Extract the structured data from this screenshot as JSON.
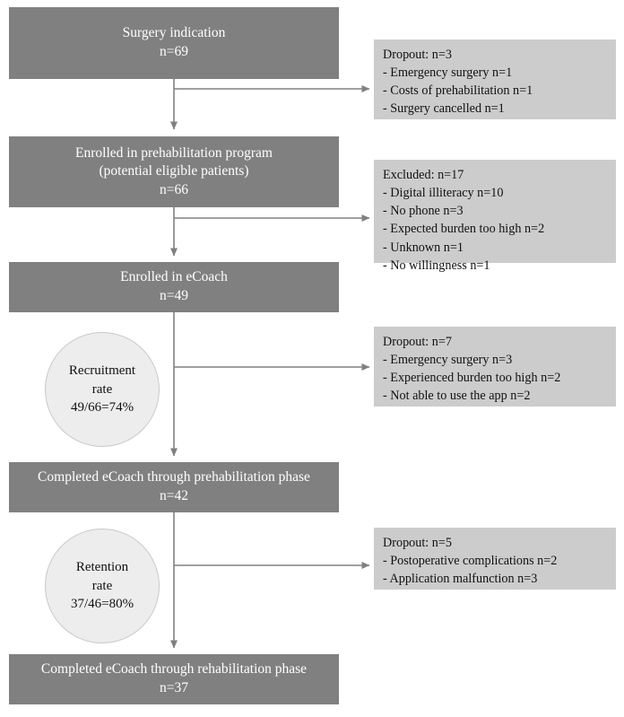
{
  "diagram": {
    "title": "eCoach prehabilitation study participant flow",
    "colors": {
      "node_fill": "#808080",
      "node_text": "#ffffff",
      "side_fill": "#cccccc",
      "side_text": "#111111",
      "circle_fill": "#ededed",
      "connector": "#808080",
      "background": "#ffffff"
    },
    "nodes": [
      {
        "id": "surgery-indication",
        "lines": [
          "Surgery indication",
          "n=69"
        ],
        "count": 69
      },
      {
        "id": "enrolled-prehabilitation",
        "lines": [
          "Enrolled in prehabilitation program",
          "(potential eligible patients)",
          "n=66"
        ],
        "count": 66
      },
      {
        "id": "enrolled-ecoach",
        "lines": [
          "Enrolled in eCoach",
          "n=49"
        ],
        "count": 49
      },
      {
        "id": "completed-prehabilitation",
        "lines": [
          "Completed eCoach through prehabilitation phase",
          "n=42"
        ],
        "count": 42
      },
      {
        "id": "completed-rehabilitation",
        "lines": [
          "Completed eCoach through rehabilitation phase",
          "n=37"
        ],
        "count": 37
      }
    ],
    "side_boxes": [
      {
        "id": "dropout-1",
        "header": "Dropout: n=3",
        "items": [
          "- Emergency surgery n=1",
          "- Costs of prehabilitation n=1",
          "- Surgery cancelled n=1"
        ]
      },
      {
        "id": "excluded-1",
        "header": "Excluded: n=17",
        "items": [
          "- Digital illiteracy n=10",
          "- No phone n=3",
          "- Expected burden too high n=2",
          "- Unknown n=1",
          "- No willingness n=1"
        ]
      },
      {
        "id": "dropout-2",
        "header": "Dropout: n=7",
        "items": [
          "- Emergency surgery n=3",
          "- Experienced burden too high n=2",
          "- Not able to use the app n=2"
        ]
      },
      {
        "id": "dropout-3",
        "header": "Dropout: n=5",
        "items": [
          "- Postoperative complications n=2",
          "- Application malfunction n=3"
        ]
      }
    ],
    "rate_circles": [
      {
        "id": "recruitment-rate",
        "lines": [
          "Recruitment",
          "rate",
          "49/66=74%"
        ],
        "label": "Recruitment rate",
        "value": "49/66=74%"
      },
      {
        "id": "retention-rate",
        "lines": [
          "Retention",
          "rate",
          "37/46=80%"
        ],
        "label": "Retention rate",
        "value": "37/46=80%"
      }
    ]
  }
}
